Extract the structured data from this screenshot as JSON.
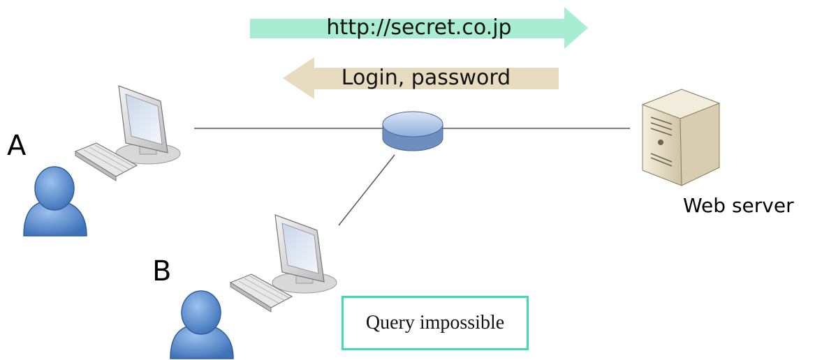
{
  "arrows": {
    "request_label": "http://secret.co.jp",
    "response_label": "Login, password",
    "request_color": "#a8ecd2",
    "response_color": "#e8dcc0"
  },
  "nodes": {
    "user_a_label": "A",
    "user_b_label": "B",
    "server_label": "Web server"
  },
  "note": {
    "text": "Query impossible",
    "border_color": "#3fdcb2"
  },
  "icons": [
    "user-icon",
    "computer-icon",
    "keyboard-icon",
    "router-icon",
    "server-icon"
  ],
  "colors": {
    "person_blue": "#4f86c6",
    "router_blue": "#8fb0dc",
    "server_beige": "#e9dfc6"
  }
}
